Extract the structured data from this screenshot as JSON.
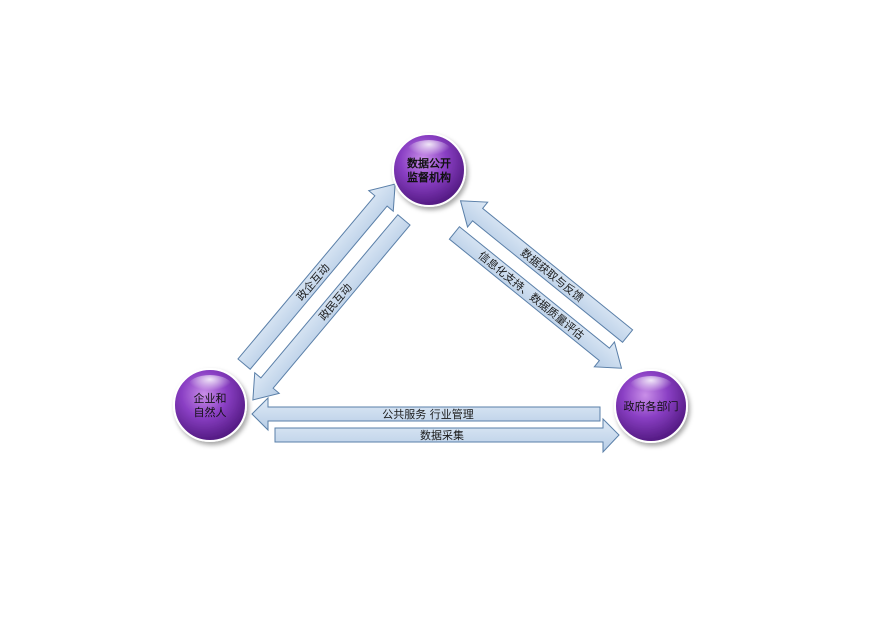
{
  "nodes": {
    "top": {
      "line1": "数据公开",
      "line2": "监督机构"
    },
    "left": {
      "line1": "企业和",
      "line2": "自然人"
    },
    "right": {
      "line1": "政府各部门"
    }
  },
  "arrows": {
    "left_outer": "政企互动",
    "left_inner": "政民互动",
    "right_outer": "数据获取与反馈",
    "right_inner": "信息化支持、数据质量评估",
    "bottom_top": "公共服务  行业管理",
    "bottom_bottom": "数据采集"
  },
  "colors": {
    "node_purple": "#6a2aa0",
    "arrow_fill": "#c9dcf0",
    "arrow_stroke": "#5a7fa8"
  }
}
